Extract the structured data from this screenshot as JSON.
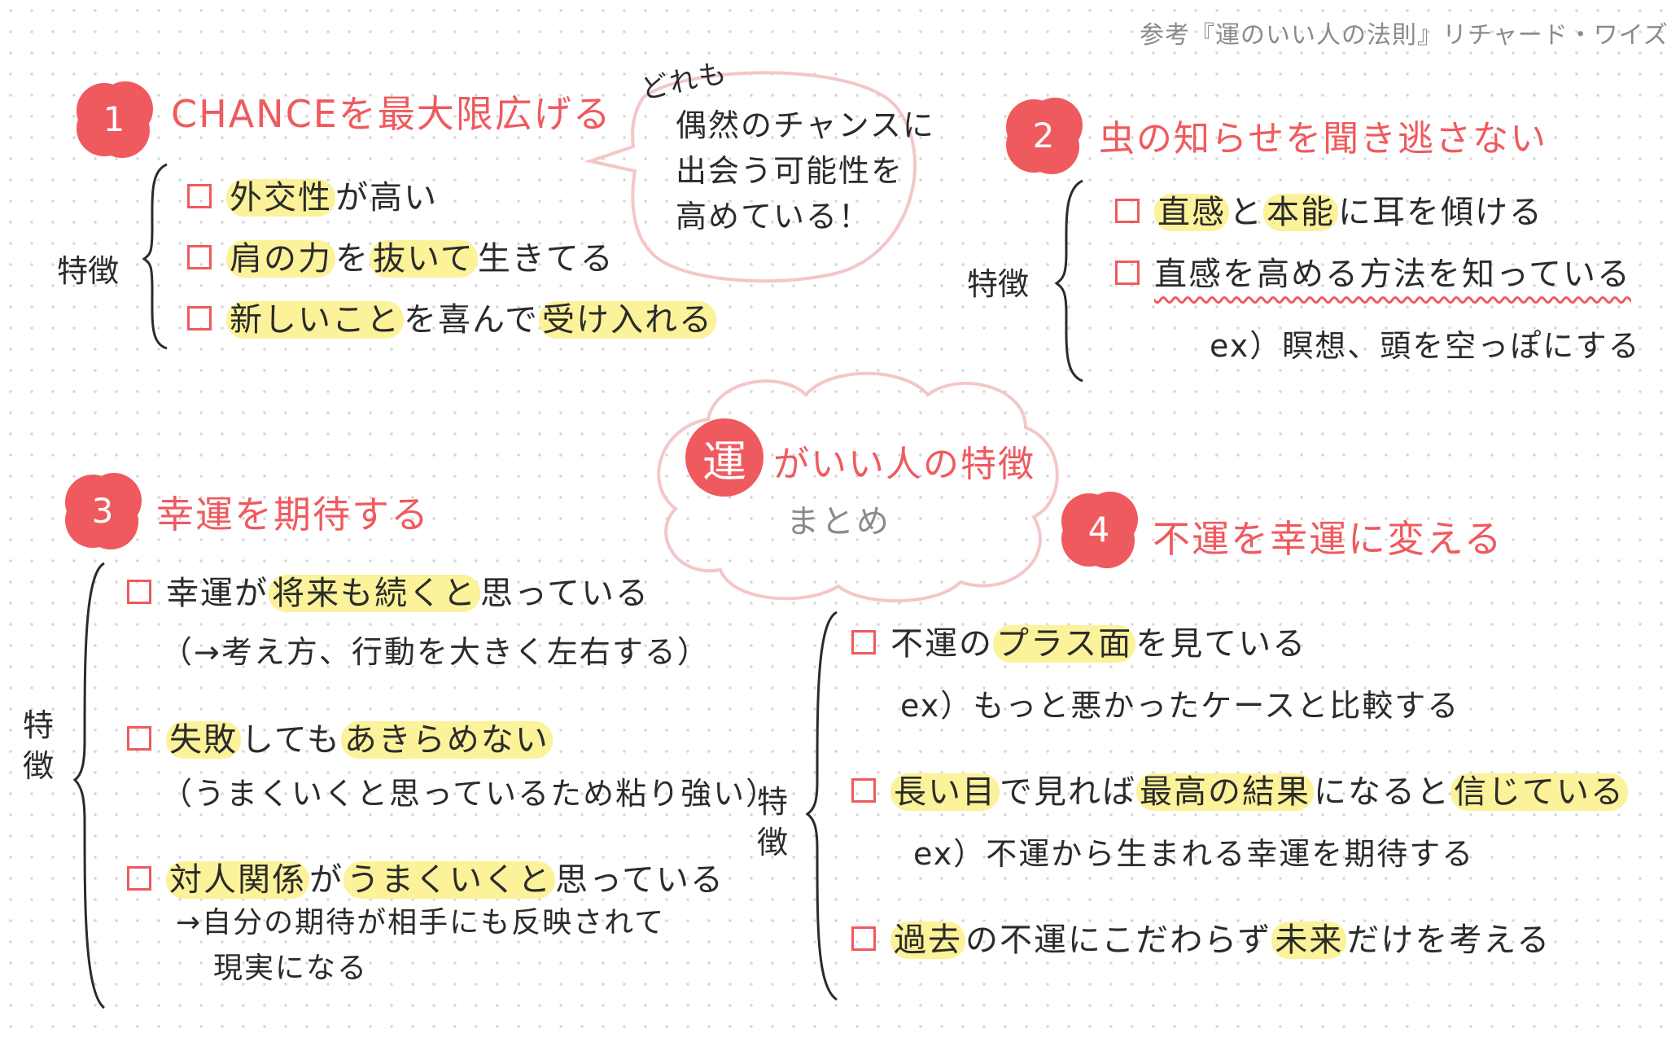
{
  "source": "参考『運のいい人の法則』リチャード・ワイズマン",
  "center": {
    "badge": "運",
    "title": "がいい人の特徴",
    "subtitle": "まとめ"
  },
  "bubble": {
    "note": "どれも",
    "lines": [
      "偶然のチャンスに",
      "出会う可能性を",
      "高めている！"
    ]
  },
  "sections": [
    {
      "number": "1",
      "title": "CHANCEを最大限広げる",
      "feature_label": "特徴",
      "items": [
        [
          "",
          "外交性",
          "が高い"
        ],
        [
          "",
          "肩の力",
          "を",
          "抜いて",
          "生きてる"
        ],
        [
          "",
          "新しいこと",
          "を喜んで",
          "受け入れる"
        ]
      ]
    },
    {
      "number": "2",
      "title": "虫の知らせを聞き逃さない",
      "feature_label": "特徴",
      "items": [
        [
          "",
          "直感",
          "と",
          "本能",
          "に耳を傾ける"
        ],
        [
          "直感を高める方法を知っている"
        ]
      ],
      "example": "ex）瞑想、頭を空っぽにする"
    },
    {
      "number": "3",
      "title": "幸運を期待する",
      "feature_label": "特徴",
      "items": [
        {
          "parts": [
            "幸運が",
            "将来も続くと",
            "思っている"
          ],
          "note": "（→考え方、行動を大きく左右する）"
        },
        {
          "parts": [
            "",
            "失敗",
            "しても",
            "あきらめない"
          ],
          "note": "（うまくいくと思っているため粘り強い）"
        },
        {
          "parts": [
            "",
            "対人関係",
            "が",
            "うまくいくと",
            "思っている"
          ],
          "note": "→自分の期待が相手にも反映されて",
          "note2": "現実になる"
        }
      ]
    },
    {
      "number": "4",
      "title": "不運を幸運に変える",
      "feature_label": "特徴",
      "items": [
        {
          "parts": [
            "不運の",
            "プラス面",
            "を見ている"
          ],
          "note": "ex）もっと悪かったケースと比較する"
        },
        {
          "parts": [
            "",
            "長い目",
            "で見れば",
            "最高の結果",
            "になると",
            "信じている"
          ],
          "note": "ex）不運から生まれる幸運を期待する"
        },
        {
          "parts": [
            "",
            "過去",
            "の不運にこだわらず",
            "未来",
            "だけを考える"
          ]
        }
      ]
    }
  ],
  "colors": {
    "accent": "#ef5a5e",
    "highlight": "#fbf29a",
    "bubble_outline": "#f5c6c8",
    "ink": "#2b2b2b"
  }
}
